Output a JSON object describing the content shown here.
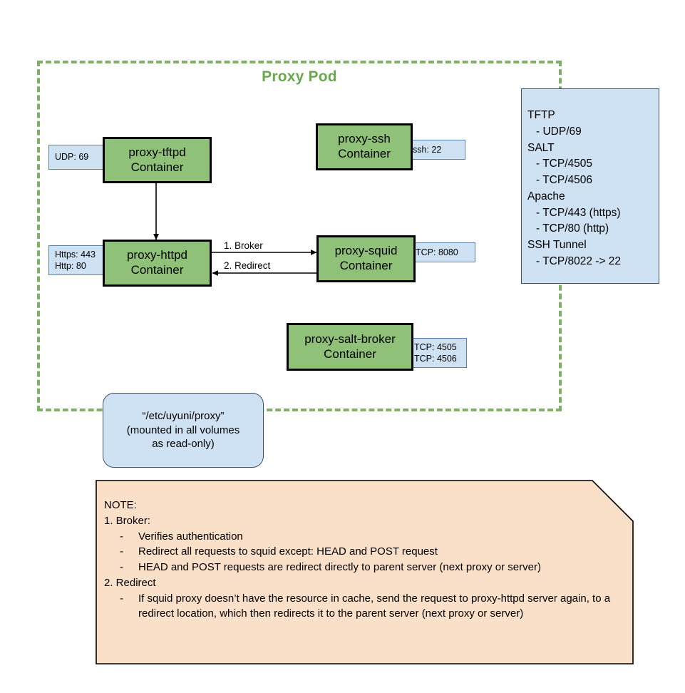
{
  "pod": {
    "title": "Proxy Pod"
  },
  "containers": [
    {
      "id": "tftpd",
      "name": "proxy-tftpd",
      "kind": "Container",
      "ports": [
        "UDP: 69"
      ]
    },
    {
      "id": "ssh",
      "name": "proxy-ssh",
      "kind": "Container",
      "ports": [
        "ssh: 22"
      ]
    },
    {
      "id": "httpd",
      "name": "proxy-httpd",
      "kind": "Container",
      "ports": [
        "Https: 443",
        "Http: 80"
      ]
    },
    {
      "id": "squid",
      "name": "proxy-squid",
      "kind": "Container",
      "ports": [
        "TCP: 8080"
      ]
    },
    {
      "id": "salt-broker",
      "name": "proxy-salt-broker",
      "kind": "Container",
      "ports": [
        "TCP: 4505",
        "TCP: 4506"
      ]
    }
  ],
  "edges": {
    "broker_label": "1. Broker",
    "redirect_label": "2. Redirect"
  },
  "ports_legend": [
    {
      "group": "TFTP",
      "items": [
        "- UDP/69"
      ]
    },
    {
      "group": "SALT",
      "items": [
        "- TCP/4505",
        "- TCP/4506"
      ]
    },
    {
      "group": "Apache",
      "items": [
        "- TCP/443 (https)",
        "- TCP/80 (http)"
      ]
    },
    {
      "group": "SSH Tunnel",
      "items": [
        "- TCP/8022 -> 22"
      ]
    }
  ],
  "volume": {
    "line1": "“/etc/uyuni/proxy”",
    "line2": "(mounted in all volumes",
    "line3": "as read-only)"
  },
  "note": {
    "heading": "NOTE:",
    "item1": "1. Broker:",
    "item1_bullets": [
      "Verifies authentication",
      "Redirect all requests to squid except: HEAD and POST request",
      "HEAD and POST requests are redirect directly to parent server (next proxy or server)"
    ],
    "item2": "2. Redirect",
    "item2_bullets": [
      "If squid proxy doesn’t have the resource in cache, send the request to proxy-httpd server again, to a redirect location, which then redirects it to the parent server (next proxy or server)"
    ],
    "dash": "-"
  },
  "colors": {
    "pod_border": "#7fb069",
    "pod_title": "#6aa84f",
    "container_fill": "#8fc178",
    "port_fill": "#cfe2f3",
    "note_fill": "#fae0c8",
    "stroke": "#000000"
  }
}
